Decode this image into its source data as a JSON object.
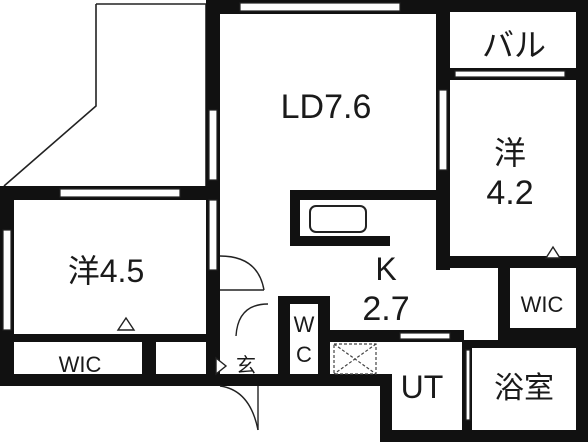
{
  "rooms": {
    "ld": "LD7.6",
    "western_right_label": "洋",
    "western_right_size": "4.2",
    "western_left": "洋4.5",
    "kitchen_label": "K",
    "kitchen_size": "2.7",
    "balcony": "バル",
    "wic_right": "WIC",
    "wic_left": "WIC",
    "wc_top": "W",
    "wc_bottom": "C",
    "entrance": "玄",
    "utility": "UT",
    "bath": "浴室"
  }
}
